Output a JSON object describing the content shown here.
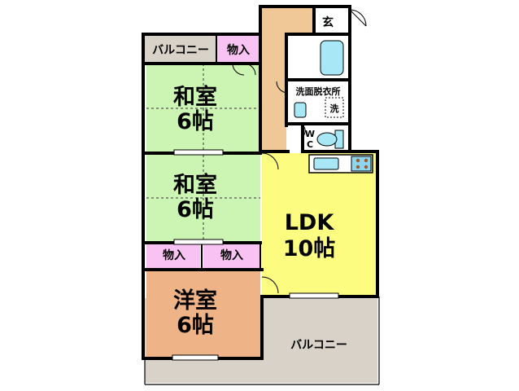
{
  "rooms": {
    "washitsu_top": {
      "name": "和室",
      "size": "6帖"
    },
    "washitsu_mid": {
      "name": "和室",
      "size": "6帖"
    },
    "ldk": {
      "name": "LDK",
      "size": "10帖"
    },
    "yoshitsu": {
      "name": "洋室",
      "size": "6帖"
    }
  },
  "labels": {
    "balcony_top": "バルコニー",
    "balcony_bottom": "バルコニー",
    "closet_top": "物入",
    "closet_left": "物入",
    "closet_right": "物入",
    "entrance": "玄",
    "washroom": "洗面脱衣所",
    "washer": "洗",
    "wc_w": "W",
    "wc_c": "C"
  },
  "colors": {
    "washitsu": "#ccf5b3",
    "ldk": "#fcfc80",
    "yoshitsu": "#eeb488",
    "hall": "#f0c898",
    "closet": "#f8c2f2",
    "balcony": "#d8d2c8",
    "bath": "#a8e8f6",
    "wall": "#000000"
  }
}
